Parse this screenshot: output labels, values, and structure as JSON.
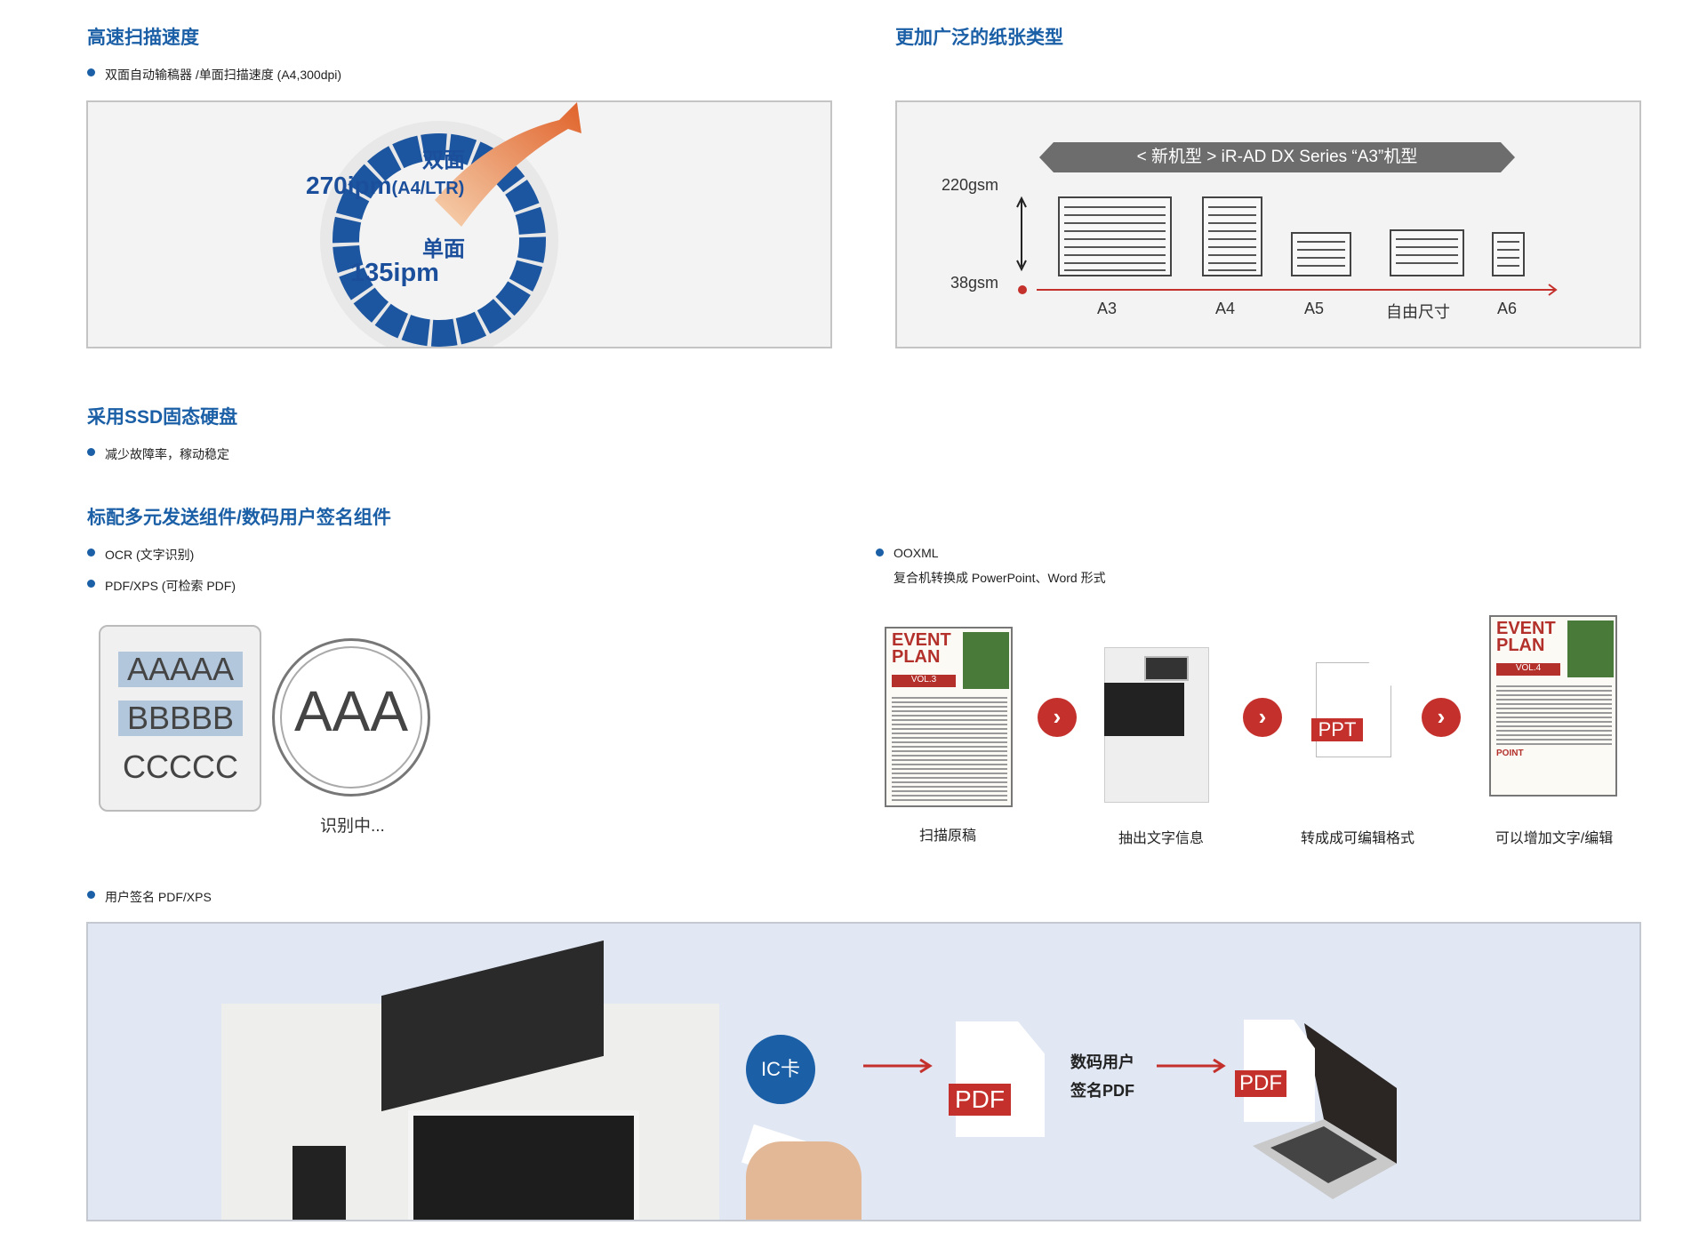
{
  "sections": {
    "scan_speed": {
      "title": "高速扫描速度",
      "bullet": "双面自动输稿器 /单面扫描速度 (A4,300dpi)",
      "duplex_label": "双面",
      "duplex_speed": "270ipm",
      "duplex_unit": "(A4/LTR)",
      "simplex_label": "单面",
      "simplex_speed": "135ipm"
    },
    "paper_types": {
      "title": "更加广泛的纸张类型",
      "banner": "< 新机型 > iR-AD DX Series “A3”机型",
      "weight_max": "220gsm",
      "weight_min": "38gsm",
      "sizes": [
        "A3",
        "A4",
        "A5",
        "自由尺寸",
        "A6"
      ]
    },
    "ssd": {
      "title": "采用SSD固态硬盘",
      "bullet": "减少故障率，稼动稳定"
    },
    "send": {
      "title": "标配多元发送组件/数码用户签名组件",
      "bullets": [
        "OCR (文字识别)",
        "PDF/XPS (可检索 PDF)"
      ],
      "ocr": {
        "lines": [
          "AAAAA",
          "BBBBB",
          "CCCCC"
        ],
        "bubble": "AAA",
        "status": "识别中..."
      },
      "ooxml": {
        "bullet": "OOXML",
        "sub": "复合机转换成 PowerPoint、Word 形式",
        "doc_title1": "EVENT",
        "doc_title2": "PLAN",
        "vol_in": "VOL.3",
        "vol_out": "VOL.4",
        "point": "POINT",
        "ppt": "PPT",
        "steps": [
          "扫描原稿",
          "抽出文字信息",
          "转成成可编辑格式",
          "可以增加文字/编辑"
        ]
      },
      "signature": {
        "bullet": "用户签名 PDF/XPS",
        "ic_card": "IC卡",
        "pdf": "PDF",
        "caption1": "数码用户",
        "caption2": "签名PDF"
      }
    }
  },
  "colors": {
    "accent": "#1b5fa6",
    "red": "#c4302b",
    "orange": "#e0622a"
  }
}
